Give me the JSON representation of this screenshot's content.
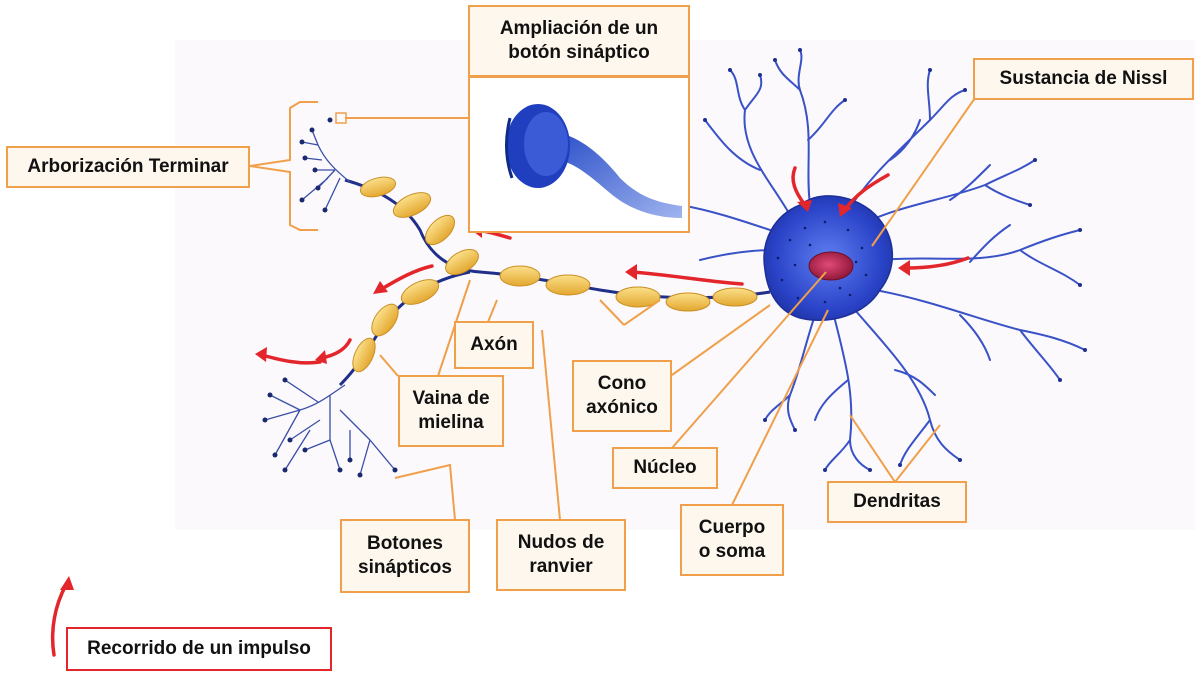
{
  "diagram": {
    "labels": {
      "ampliacion": "Ampliación de un\nbotón sináptico",
      "arborizacion": "Arborización Terminar",
      "nissl": "Sustancia de Nissl",
      "axon": "Axón",
      "cono": "Cono\naxónico",
      "vaina": "Vaina de\nmielina",
      "nucleo": "Núcleo",
      "dendritas": "Dendritas",
      "cuerpo": "Cuerpo\no soma",
      "botones": "Botones\nsinápticos",
      "nudos": "Nudos de\nranvier"
    },
    "legend": {
      "text": "Recorrido de un impulso"
    }
  },
  "colors": {
    "label_border": "#f0a04b",
    "label_fill": "#fdf7ee",
    "arrow": "#e3262b",
    "neuron": "#2a43c8",
    "myelin": "#f2c04e",
    "nucleus": "#b01e45"
  }
}
